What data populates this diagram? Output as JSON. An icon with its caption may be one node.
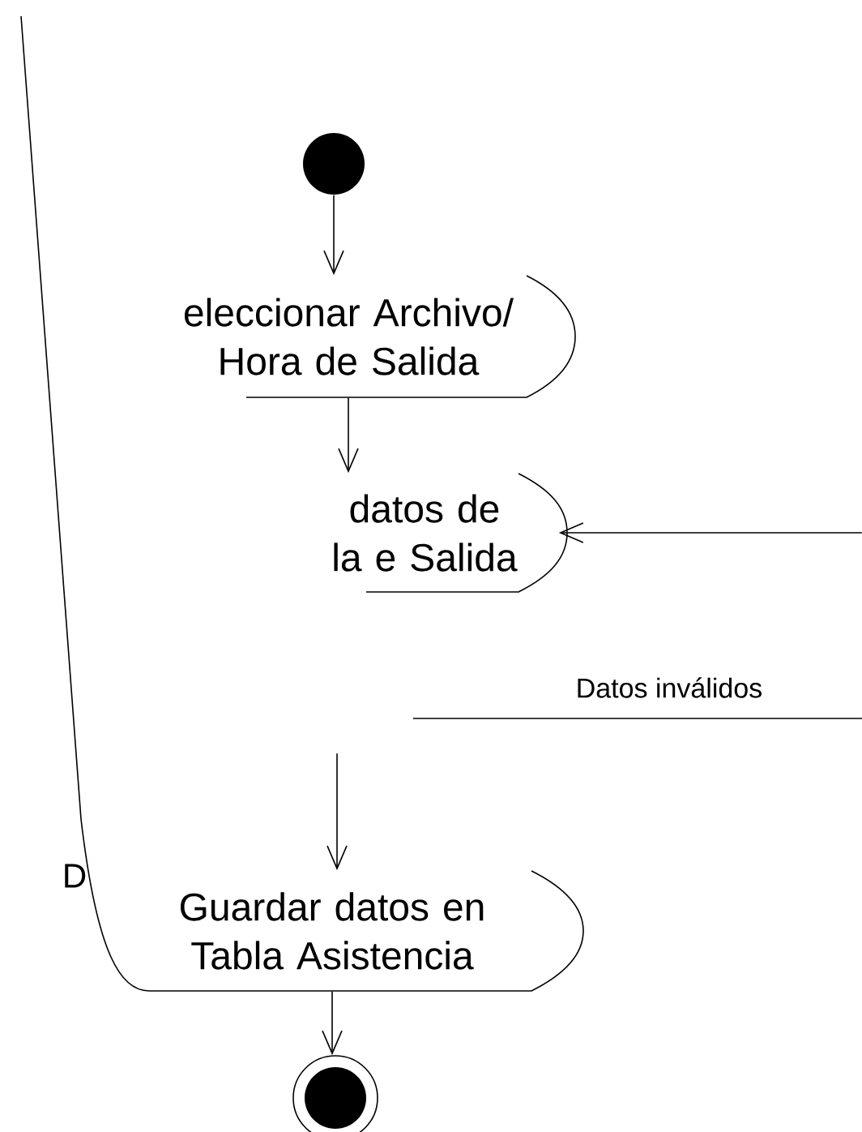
{
  "diagram": {
    "nodes": [
      {
        "text": [],
        "shape": "circle"
      },
      {
        "text": [
          "eleccionar Archivo/ Hora de Salida"
        ]
      },
      {
        "text": [
          "datos de la e Salida"
        ]
      },
      {
        "text": [
          "Guardar datos en Tabla Asistencia"
        ]
      },
      {
        "text": [],
        "shape": "circle"
      }
    ],
    "edges": [
      {
        "from": 0,
        "to": 1,
        "arrow": "to"
      },
      {
        "from": 1,
        "to": 2,
        "arrow": "to"
      },
      {
        "from": null,
        "to": 2,
        "arrow": "to"
      },
      {
        "from": null,
        "to": 3,
        "arrow": "to"
      },
      {
        "from": 3,
        "to": 4,
        "arrow": "to"
      }
    ],
    "labels": [
      "Datos inválidos",
      "D"
    ]
  }
}
